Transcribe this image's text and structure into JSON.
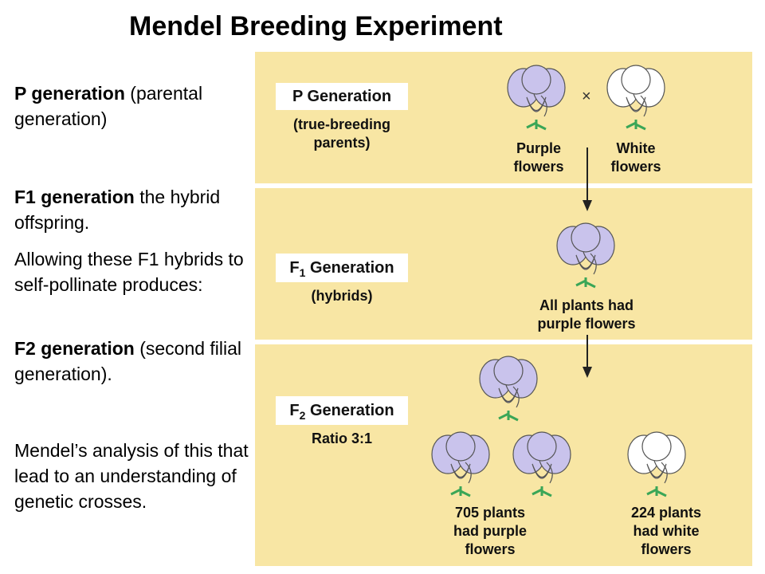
{
  "title": "Mendel Breeding Experiment",
  "notes": [
    {
      "bold": "P generation",
      "text": " (parental generation)"
    },
    {
      "bold": "F1 generation",
      "text": " the hybrid offspring."
    },
    {
      "bold": "",
      "text": "Allowing these F1 hybrids to self-pollinate produces:"
    },
    {
      "bold": "F2 generation",
      "text": " (second filial generation)."
    },
    {
      "bold": "",
      "text": "Mendel’s analysis of this that lead to an understanding of genetic crosses."
    }
  ],
  "diagram": {
    "p": {
      "box": "P Generation",
      "sub": "(true-breeding parents)",
      "cross": "×",
      "left": "Purple flowers",
      "right": "White flowers"
    },
    "f1": {
      "box_main": "F",
      "box_sub": "1",
      "box_rest": " Generation",
      "sub": "(hybrids)",
      "caption": "All plants had purple flowers"
    },
    "f2": {
      "box_main": "F",
      "box_sub": "2",
      "box_rest": " Generation",
      "sub": "Ratio 3:1",
      "left": "705 plants had purple flowers",
      "right": "224 plants had white flowers"
    }
  },
  "colors": {
    "panel": "#f8e6a4",
    "purple_petal": "#c9c3ec",
    "white_petal": "#ffffff",
    "stem": "#3aa657"
  }
}
